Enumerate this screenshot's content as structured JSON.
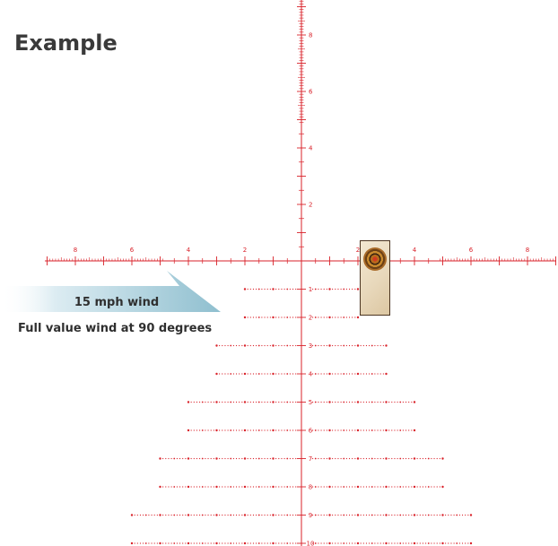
{
  "title": "Example",
  "wind": {
    "speed_label": "15 mph wind",
    "caption": "Full value wind at 90 degrees"
  },
  "reticle": {
    "color": "#d9222a",
    "horizontal_numbers": [
      "8",
      "6",
      "4",
      "2",
      "2",
      "4",
      "6",
      "8"
    ],
    "vertical_numbers_upper": [
      "8",
      "6",
      "4",
      "2"
    ],
    "lower_ladder_numbers": [
      "1",
      "2",
      "3",
      "4",
      "5",
      "6",
      "7",
      "8",
      "9",
      "10"
    ]
  },
  "target": {
    "icon": "paper-target-icon"
  },
  "colors": {
    "arrow_dark": "#8fbfcf",
    "arrow_light": "#eef6f9",
    "text": "#2f2f2f"
  }
}
